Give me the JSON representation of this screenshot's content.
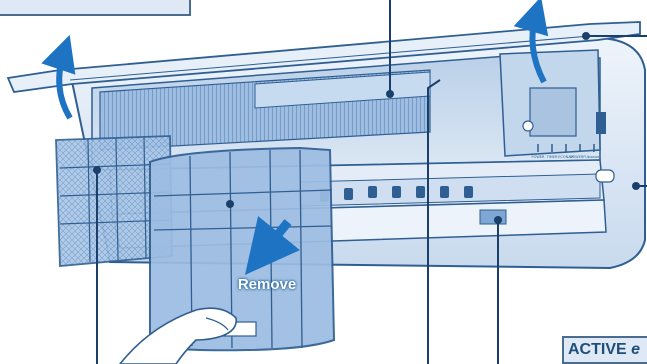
{
  "labels": {
    "remove": "Remove",
    "active_prefix": "ACTIVE",
    "active_suffix": "e"
  },
  "panel_indicators": [
    "POWER",
    "TIMER",
    "ECONAVI",
    "POWERFUL",
    "nanoe"
  ],
  "colors": {
    "outline": "#2f5f92",
    "body_fill": "#d9e6f4",
    "filter_blue": "#8fb4dc",
    "arrow_blue": "#1e73c2",
    "leader_line": "#1a3f6b",
    "callout_fill": "#dfe9f5",
    "label_text": "#1f4e79"
  }
}
